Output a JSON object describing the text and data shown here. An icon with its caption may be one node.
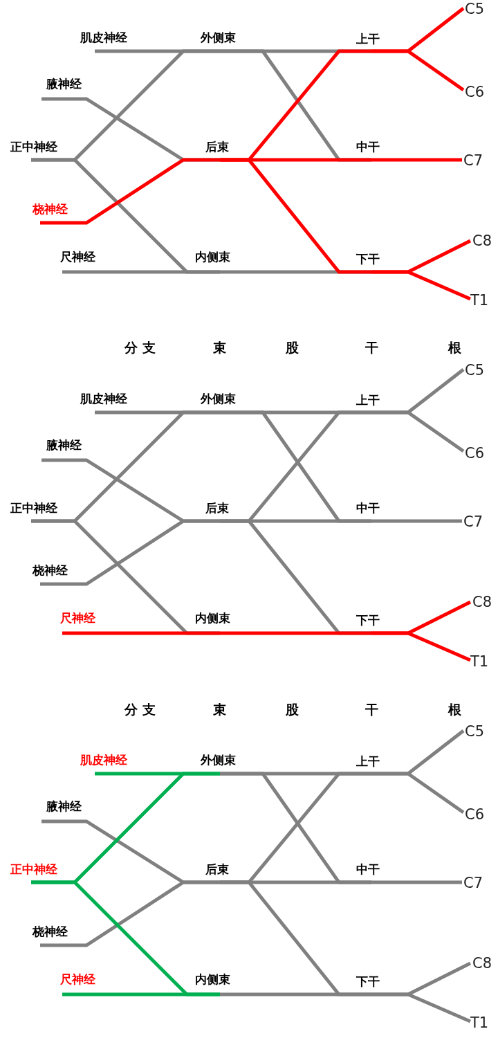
{
  "diagram": {
    "nodes": [
      {
        "text": [
          "C5"
        ]
      },
      {
        "text": [
          "肌皮神经"
        ]
      },
      {
        "text": [
          "外侧束"
        ]
      },
      {
        "text": [
          "上干"
        ]
      },
      {
        "text": [
          "腋神经"
        ]
      },
      {
        "text": [
          "C6"
        ]
      },
      {
        "text": [
          "正中神经"
        ]
      },
      {
        "text": [
          "后束"
        ]
      },
      {
        "text": [
          "中干"
        ]
      },
      {
        "text": [
          "C7"
        ]
      },
      {
        "text": [
          "桡神经"
        ]
      },
      {
        "text": [
          "C8"
        ]
      },
      {
        "text": [
          "尺神经"
        ]
      },
      {
        "text": [
          "内侧束"
        ]
      },
      {
        "text": [
          "下干"
        ]
      },
      {
        "text": [
          "T1"
        ]
      },
      {
        "text": [
          "C5"
        ]
      },
      {
        "text": [
          "肌皮神经"
        ]
      },
      {
        "text": [
          "外侧束"
        ]
      },
      {
        "text": [
          "上干"
        ]
      },
      {
        "text": [
          "腋神经"
        ]
      },
      {
        "text": [
          "C6"
        ]
      },
      {
        "text": [
          "正中神经"
        ]
      },
      {
        "text": [
          "后束"
        ]
      },
      {
        "text": [
          "中干"
        ]
      },
      {
        "text": [
          "C7"
        ]
      },
      {
        "text": [
          "桡神经"
        ]
      },
      {
        "text": [
          "C8"
        ]
      },
      {
        "text": [
          "尺神经"
        ]
      },
      {
        "text": [
          "内侧束"
        ]
      },
      {
        "text": [
          "下干"
        ]
      },
      {
        "text": [
          "T1"
        ]
      },
      {
        "text": [
          "C5"
        ]
      },
      {
        "text": [
          "肌皮神经"
        ]
      },
      {
        "text": [
          "外侧束"
        ]
      },
      {
        "text": [
          "上干"
        ]
      },
      {
        "text": [
          "腋神经"
        ]
      },
      {
        "text": [
          "C6"
        ]
      },
      {
        "text": [
          "正中神经"
        ]
      },
      {
        "text": [
          "后束"
        ]
      },
      {
        "text": [
          "中干"
        ]
      },
      {
        "text": [
          "C7"
        ]
      },
      {
        "text": [
          "桡神经"
        ]
      },
      {
        "text": [
          "C8"
        ]
      },
      {
        "text": [
          "尺神经"
        ]
      },
      {
        "text": [
          "内侧束"
        ]
      },
      {
        "text": [
          "下干"
        ]
      },
      {
        "text": [
          "T1"
        ]
      }
    ],
    "edges": [
      {
        "from": 0,
        "to": 3,
        "arrow": "none",
        "color": "#ff0000"
      },
      {
        "from": 5,
        "to": 3,
        "arrow": "none",
        "color": "#ff0000"
      },
      {
        "from": 9,
        "to": 8,
        "arrow": "none",
        "color": "#ff0000"
      },
      {
        "from": 11,
        "to": 14,
        "arrow": "none",
        "color": "#ff0000"
      },
      {
        "from": 15,
        "to": 14,
        "arrow": "none",
        "color": "#ff0000"
      },
      {
        "from": 3,
        "to": 2,
        "arrow": "none"
      },
      {
        "from": 3,
        "to": 7,
        "arrow": "none",
        "color": "#ff0000"
      },
      {
        "from": 8,
        "to": 2,
        "arrow": "none"
      },
      {
        "from": 8,
        "to": 7,
        "arrow": "none",
        "color": "#ff0000"
      },
      {
        "from": 14,
        "to": 7,
        "arrow": "none",
        "color": "#ff0000"
      },
      {
        "from": 14,
        "to": 13,
        "arrow": "none"
      },
      {
        "from": 2,
        "to": 1,
        "arrow": "none"
      },
      {
        "from": 2,
        "to": 6,
        "arrow": "none"
      },
      {
        "from": 13,
        "to": 6,
        "arrow": "none"
      },
      {
        "from": 13,
        "to": 12,
        "arrow": "none"
      },
      {
        "from": 7,
        "to": 4,
        "arrow": "none"
      },
      {
        "from": 7,
        "to": 10,
        "arrow": "none",
        "color": "#ff0000"
      },
      {
        "from": 16,
        "to": 19,
        "arrow": "none"
      },
      {
        "from": 21,
        "to": 19,
        "arrow": "none"
      },
      {
        "from": 25,
        "to": 24,
        "arrow": "none"
      },
      {
        "from": 27,
        "to": 30,
        "arrow": "none",
        "color": "#ff0000"
      },
      {
        "from": 31,
        "to": 30,
        "arrow": "none",
        "color": "#ff0000"
      },
      {
        "from": 19,
        "to": 18,
        "arrow": "none"
      },
      {
        "from": 19,
        "to": 23,
        "arrow": "none"
      },
      {
        "from": 24,
        "to": 18,
        "arrow": "none"
      },
      {
        "from": 24,
        "to": 23,
        "arrow": "none"
      },
      {
        "from": 30,
        "to": 23,
        "arrow": "none"
      },
      {
        "from": 30,
        "to": 29,
        "arrow": "none",
        "color": "#ff0000"
      },
      {
        "from": 18,
        "to": 17,
        "arrow": "none"
      },
      {
        "from": 18,
        "to": 22,
        "arrow": "none"
      },
      {
        "from": 29,
        "to": 22,
        "arrow": "none"
      },
      {
        "from": 29,
        "to": 28,
        "arrow": "none",
        "color": "#ff0000"
      },
      {
        "from": 23,
        "to": 20,
        "arrow": "none"
      },
      {
        "from": 23,
        "to": 26,
        "arrow": "none"
      },
      {
        "from": 32,
        "to": 35,
        "arrow": "none"
      },
      {
        "from": 37,
        "to": 35,
        "arrow": "none"
      },
      {
        "from": 41,
        "to": 40,
        "arrow": "none"
      },
      {
        "from": 43,
        "to": 46,
        "arrow": "none"
      },
      {
        "from": 47,
        "to": 46,
        "arrow": "none"
      },
      {
        "from": 35,
        "to": 34,
        "arrow": "none"
      },
      {
        "from": 35,
        "to": 39,
        "arrow": "none"
      },
      {
        "from": 40,
        "to": 34,
        "arrow": "none"
      },
      {
        "from": 40,
        "to": 39,
        "arrow": "none"
      },
      {
        "from": 46,
        "to": 39,
        "arrow": "none"
      },
      {
        "from": 46,
        "to": 45,
        "arrow": "none"
      },
      {
        "from": 34,
        "to": 33,
        "arrow": "none",
        "color": "#00b050"
      },
      {
        "from": 34,
        "to": 38,
        "arrow": "none",
        "color": "#00b050"
      },
      {
        "from": 45,
        "to": 38,
        "arrow": "none",
        "color": "#00b050"
      },
      {
        "from": 45,
        "to": 44,
        "arrow": "none",
        "color": "#00b050"
      },
      {
        "from": 39,
        "to": 36,
        "arrow": "none"
      },
      {
        "from": 39,
        "to": 42,
        "arrow": "none"
      }
    ],
    "labels": [
      "分 支",
      "束",
      "股",
      "干",
      "根",
      "分 支",
      "束",
      "股",
      "干",
      "根"
    ]
  }
}
